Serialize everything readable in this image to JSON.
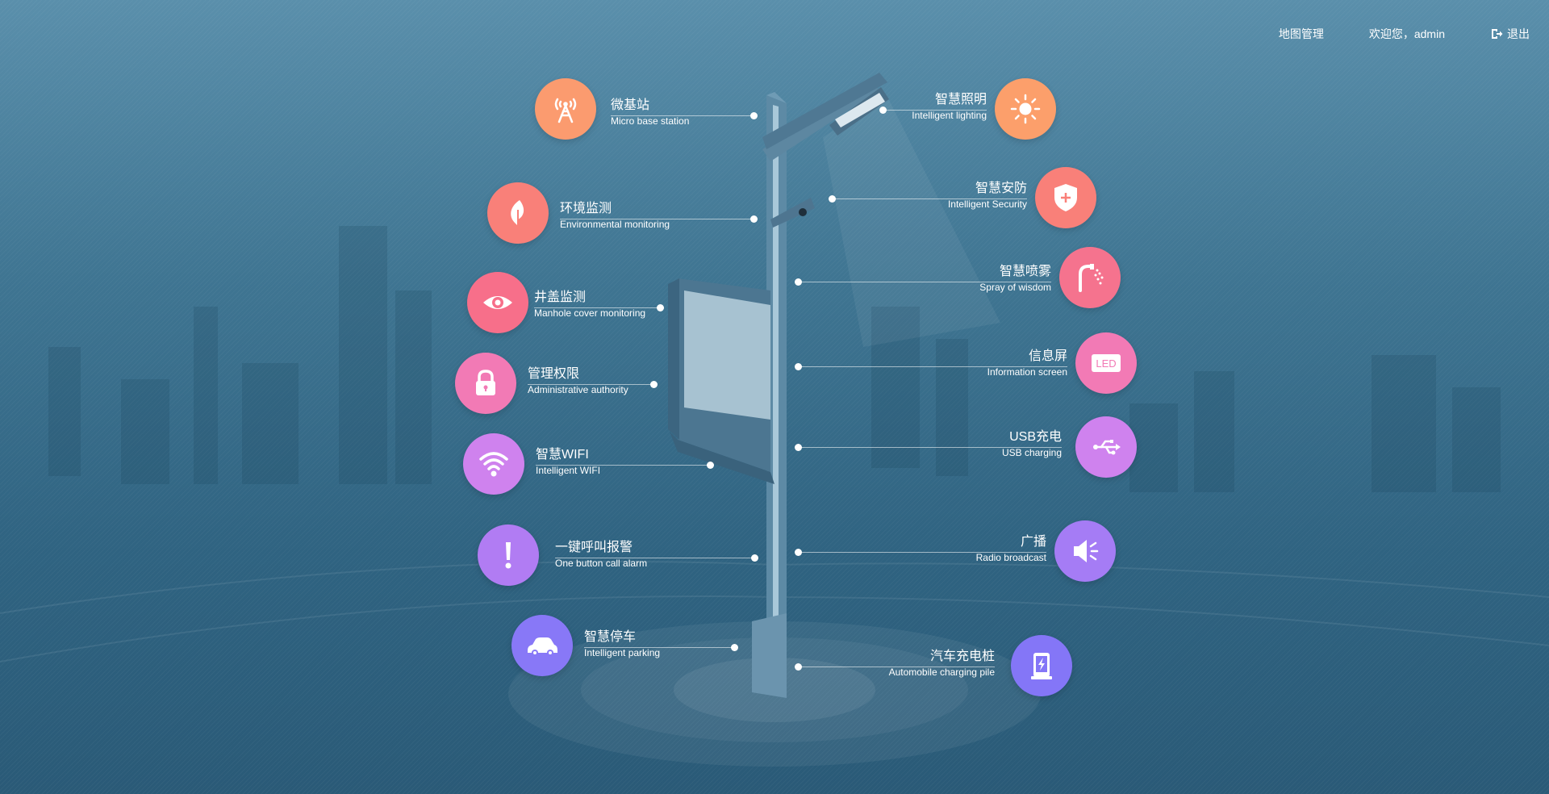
{
  "header": {
    "map_management": "地图管理",
    "welcome": "欢迎您，admin",
    "logout": "退出"
  },
  "features": {
    "micro_base_station": {
      "zh": "微基站",
      "en": "Micro base station",
      "color": "#fb9b6f"
    },
    "environmental_monitoring": {
      "zh": "环境监测",
      "en": "Environmental monitoring",
      "color": "#f98079"
    },
    "manhole_cover_monitoring": {
      "zh": "井盖监测",
      "en": "Manhole cover monitoring",
      "color": "#f76f8a"
    },
    "administrative_authority": {
      "zh": "管理权限",
      "en": "Administrative authority",
      "color": "#f27ab5"
    },
    "intelligent_wifi": {
      "zh": "智慧WIFI",
      "en": "Intelligent WIFI",
      "color": "#cf82ee"
    },
    "one_button_call_alarm": {
      "zh": "一键呼叫报警",
      "en": "One button call alarm",
      "color": "#b17cf3"
    },
    "intelligent_parking": {
      "zh": "智慧停车",
      "en": "Intelligent parking",
      "color": "#8878f7"
    },
    "intelligent_lighting": {
      "zh": "智慧照明",
      "en": "Intelligent lighting",
      "color": "#fc9f6b"
    },
    "intelligent_security": {
      "zh": "智慧安防",
      "en": "Intelligent Security",
      "color": "#f98079"
    },
    "spray_of_wisdom": {
      "zh": "智慧喷雾",
      "en": "Spray of wisdom",
      "color": "#f5738e"
    },
    "information_screen": {
      "zh": "信息屏",
      "en": "Information screen",
      "color": "#f27ab5"
    },
    "usb_charging": {
      "zh": "USB充电",
      "en": "USB charging",
      "color": "#cf82ee"
    },
    "radio_broadcast": {
      "zh": "广播",
      "en": "Radio broadcast",
      "color": "#a57cf5"
    },
    "automobile_charging_pile": {
      "zh": "汽车充电桩",
      "en": "Automobile charging pile",
      "color": "#8476f7"
    }
  },
  "icons": {
    "micro_base_station": "tower-icon",
    "environmental_monitoring": "leaf-icon",
    "manhole_cover_monitoring": "eye-icon",
    "administrative_authority": "lock-icon",
    "intelligent_wifi": "wifi-icon",
    "one_button_call_alarm": "exclamation-icon",
    "intelligent_parking": "car-icon",
    "intelligent_lighting": "sun-icon",
    "intelligent_security": "shield-icon",
    "spray_of_wisdom": "shower-icon",
    "information_screen": "led-icon",
    "usb_charging": "usb-icon",
    "radio_broadcast": "speaker-icon",
    "automobile_charging_pile": "charging-pile-icon"
  }
}
